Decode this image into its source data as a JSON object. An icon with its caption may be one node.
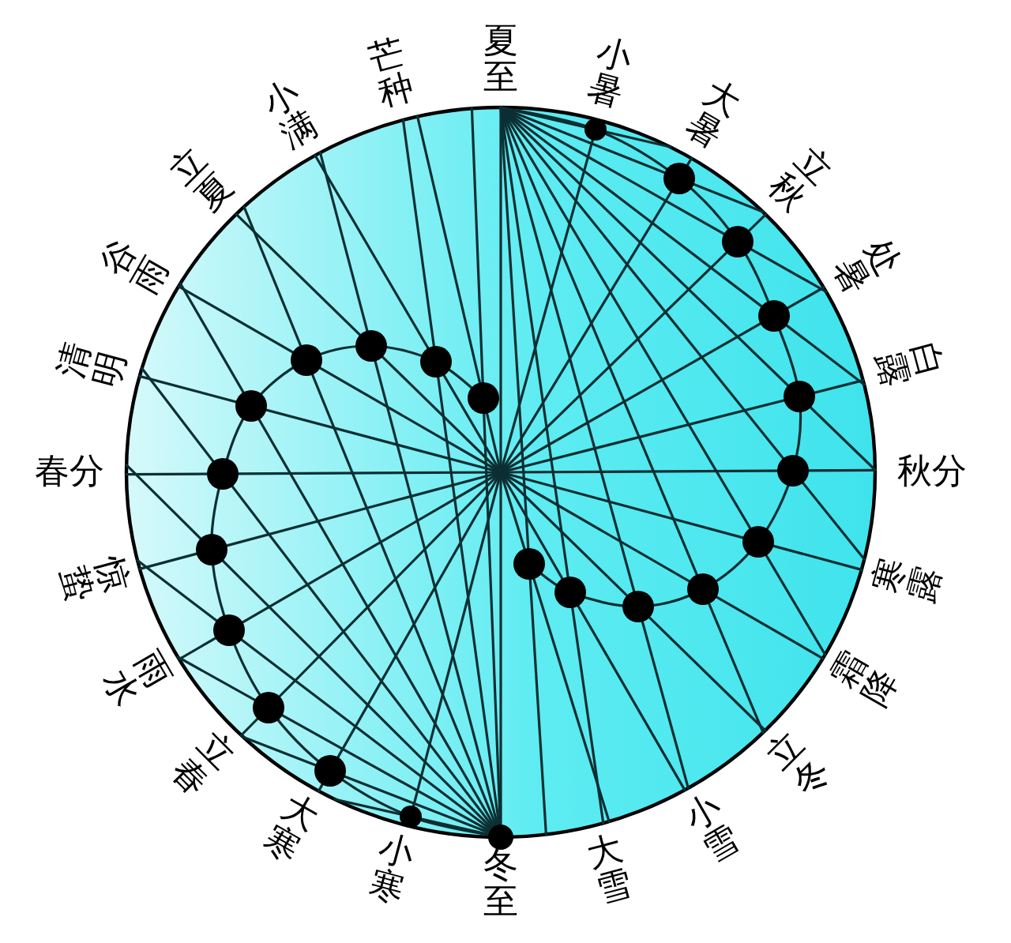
{
  "diagram": {
    "labels": [
      "夏至",
      "小暑",
      "大暑",
      "立秋",
      "处暑",
      "白露",
      "秋分",
      "寒露",
      "霜降",
      "立冬",
      "小雪",
      "大雪",
      "冬至",
      "小寒",
      "大寒",
      "立春",
      "雨水",
      "惊蛰",
      "春分",
      "清明",
      "谷雨",
      "立夏",
      "小满",
      "芒种"
    ]
  }
}
